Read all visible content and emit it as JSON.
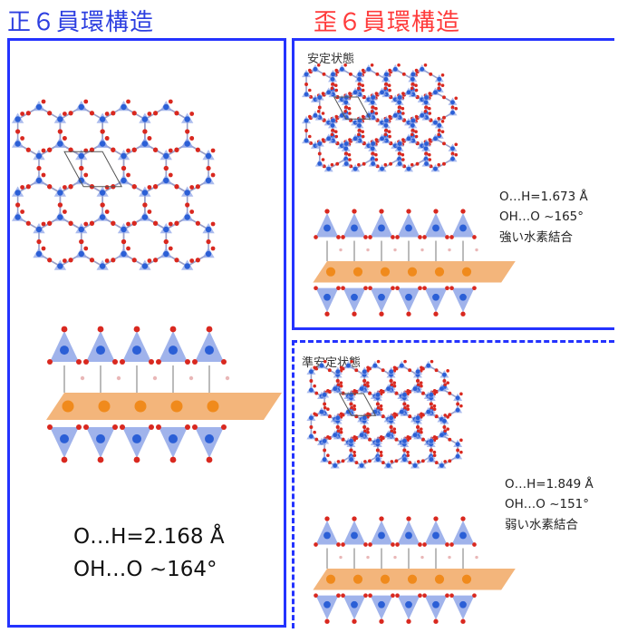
{
  "titles": {
    "left": "正６員環構造",
    "right": "歪６員環構造"
  },
  "left_panel": {
    "line1": "O…H=2.168 Å",
    "line2": "OH…O ~164°"
  },
  "stable_panel": {
    "label": "安定状態",
    "line1": "O…H=1.673 Å",
    "line2": "OH…O ~165°",
    "line3": "強い水素結合"
  },
  "metastable_panel": {
    "label": "準安定状態",
    "line1": "O…H=1.849 Å",
    "line2": "OH…O ~151°",
    "line3": "弱い水素結合"
  },
  "colors": {
    "frame": "#2433ff",
    "left_title": "#2d3fe0",
    "right_title": "#ff3b3b",
    "tetrahedron": "#8fa6e8",
    "silicon": "#2b5fd6",
    "oxygen": "#d9281f",
    "octahedral_sheet": "#f0a35a",
    "metal_atom": "#f08a1c"
  }
}
